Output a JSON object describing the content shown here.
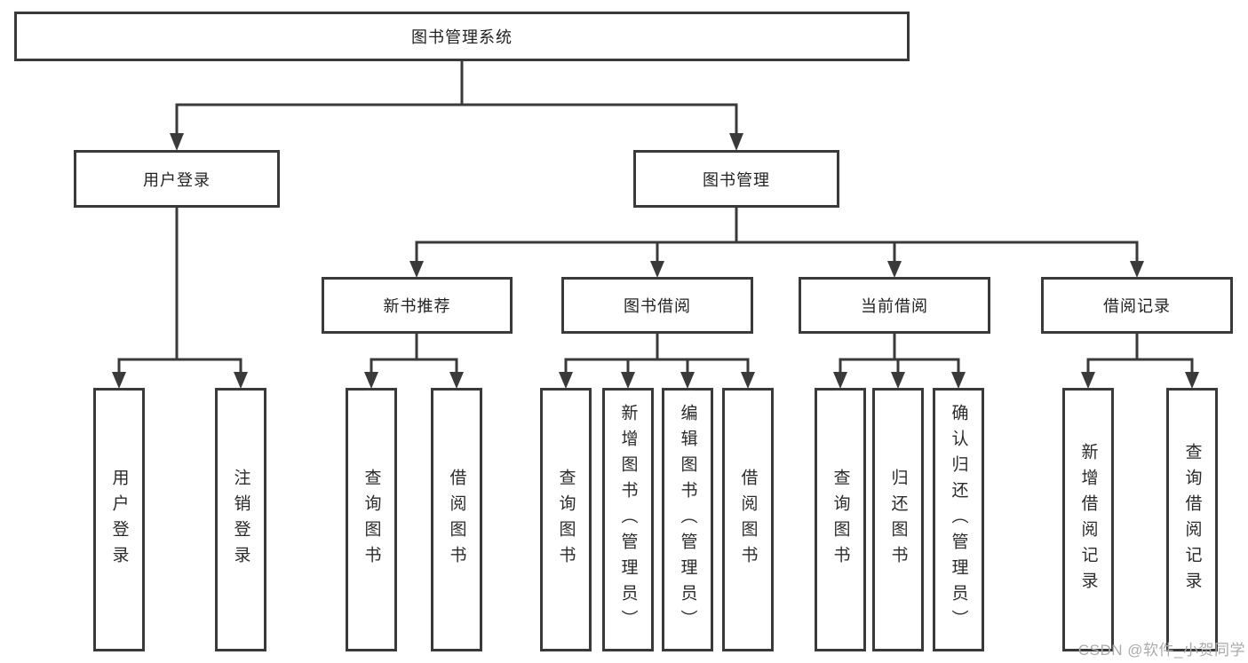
{
  "diagram_type": "hierarchy-tree",
  "colors": {
    "line": "#3a3a3a",
    "box_border": "#3a3a3a",
    "box_fill": "#ffffff",
    "text": "#222222",
    "watermark": "#ababab",
    "background": "#ffffff"
  },
  "watermark": "CSDN @软件_小贺同学",
  "tree": {
    "label": "图书管理系统",
    "children": [
      {
        "label": "用户登录",
        "children": [
          {
            "label": "用户登录"
          },
          {
            "label": "注销登录"
          }
        ]
      },
      {
        "label": "图书管理",
        "children": [
          {
            "label": "新书推荐",
            "children": [
              {
                "label": "查询图书"
              },
              {
                "label": "借阅图书"
              }
            ]
          },
          {
            "label": "图书借阅",
            "children": [
              {
                "label": "查询图书"
              },
              {
                "label": "新增图书（管理员）"
              },
              {
                "label": "编辑图书（管理员）"
              },
              {
                "label": "借阅图书"
              }
            ]
          },
          {
            "label": "当前借阅",
            "children": [
              {
                "label": "查询图书"
              },
              {
                "label": "归还图书"
              },
              {
                "label": "确认归还（管理员）"
              }
            ]
          },
          {
            "label": "借阅记录",
            "children": [
              {
                "label": "新增借阅记录"
              },
              {
                "label": "查询借阅记录"
              }
            ]
          }
        ]
      }
    ]
  }
}
